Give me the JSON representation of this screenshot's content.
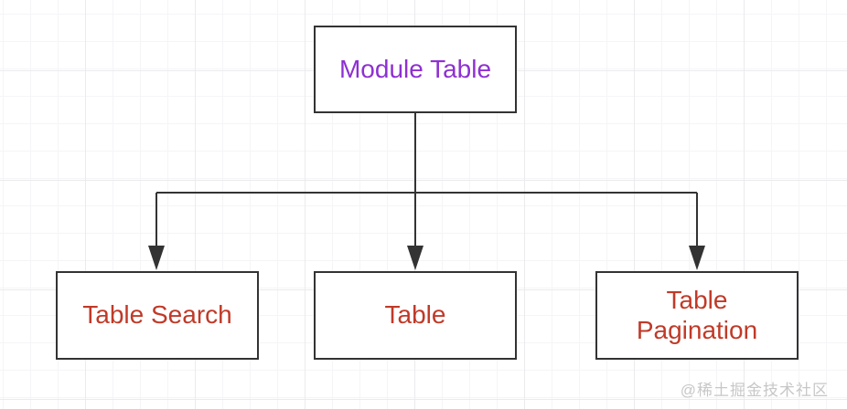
{
  "diagram": {
    "root": {
      "label": "Module Table"
    },
    "children": [
      {
        "label": "Table Search"
      },
      {
        "label": "Table"
      },
      {
        "label": "Table Pagination"
      }
    ]
  },
  "watermark": {
    "text": "@稀土掘金技术社区"
  },
  "colors": {
    "box_border": "#333333",
    "connector": "#333333",
    "root_text": "#8e30d2",
    "child_text": "#c03a28",
    "watermark": "#c7c7c7",
    "canvas_bg": "#ffffff",
    "grid_minor": "#f5f5f8",
    "grid_major": "#ebebee"
  }
}
